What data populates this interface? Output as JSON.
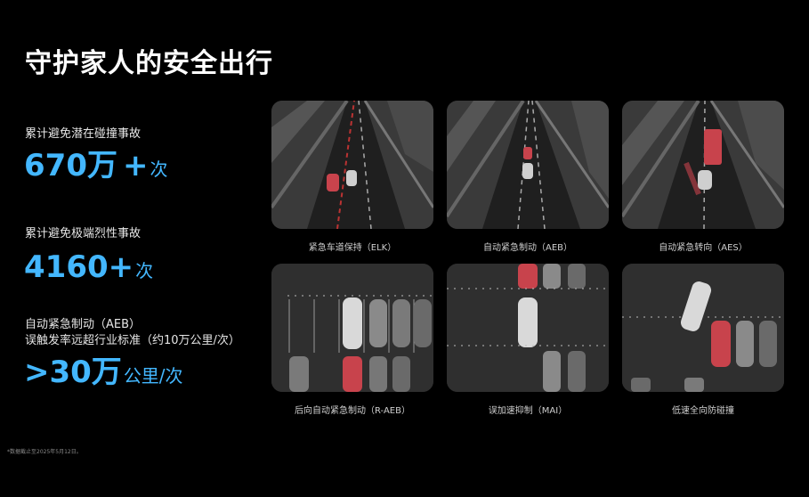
{
  "title": "守护家人的安全出行",
  "stats": [
    {
      "label": "累计避免潜在碰撞事故",
      "number": "670万",
      "plus": "+",
      "unit": "次"
    },
    {
      "label": "累计避免极端烈性事故",
      "number": "4160",
      "plus": "+",
      "unit": "次"
    },
    {
      "label_line1": "自动紧急制动（AEB）",
      "label_line2": "误触发率远超行业标准（约10万公里/次）",
      "number": ">30万",
      "unit": "公里/次"
    }
  ],
  "features": [
    {
      "caption": "紧急车道保持（ELK）"
    },
    {
      "caption": "自动紧急制动（AEB）"
    },
    {
      "caption": "自动紧急转向（AES）"
    },
    {
      "caption": "后向自动紧急制动（R-AEB）"
    },
    {
      "caption": "误加速抑制（MAI）"
    },
    {
      "caption": "低速全向防碰撞"
    }
  ],
  "footnote": "*数据截止至2025年5月12日。",
  "colors": {
    "accent": "#43b7ff",
    "alert_red": "#d9535a",
    "background": "#000000"
  }
}
